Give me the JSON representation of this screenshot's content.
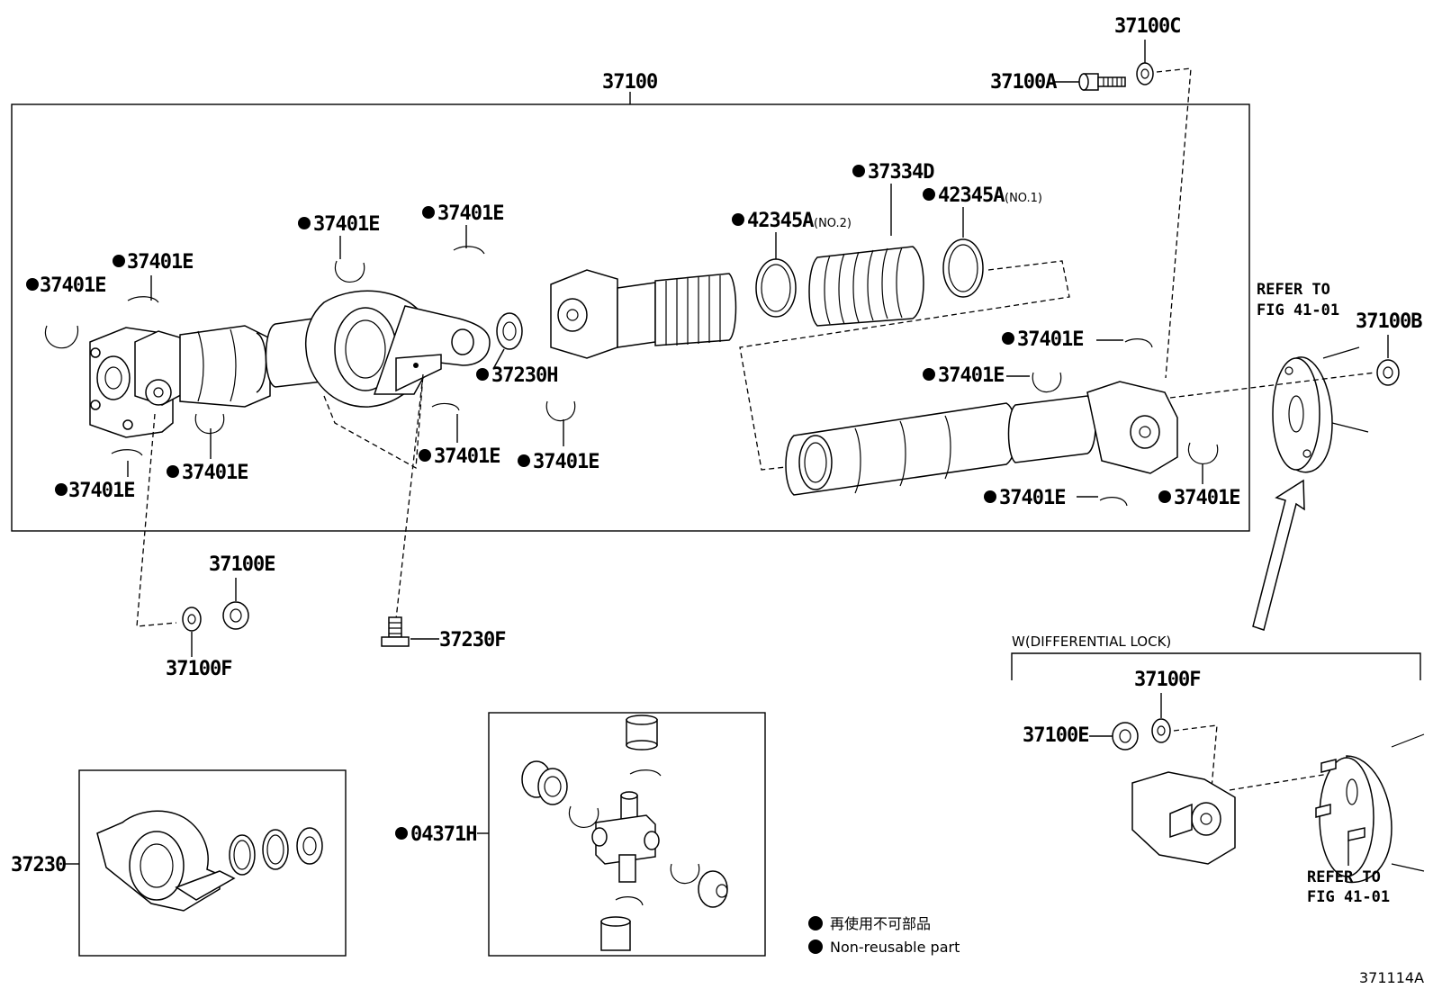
{
  "diagram": {
    "assembly_label": "37100",
    "callouts": {
      "c37100C": "37100C",
      "c37100A": "37100A",
      "c37100B": "37100B",
      "c37334D": "37334D",
      "c42345A_no1": "42345A",
      "c42345A_no1_sub": "(NO.1)",
      "c42345A_no2": "42345A",
      "c42345A_no2_sub": "(NO.2)",
      "c37230H": "37230H",
      "c37401E": "37401E",
      "c37100E": "37100E",
      "c37100F": "37100F",
      "c37230F": "37230F",
      "c37230": "37230",
      "c04371H": "04371H"
    },
    "refer_line1": "REFER TO",
    "refer_line2": "FIG 41-01",
    "diff_lock_label": "W(DIFFERENTIAL LOCK)",
    "legend": {
      "jp": "再使用不可部品",
      "en": "Non-reusable part"
    },
    "figure_id": "371114A"
  }
}
